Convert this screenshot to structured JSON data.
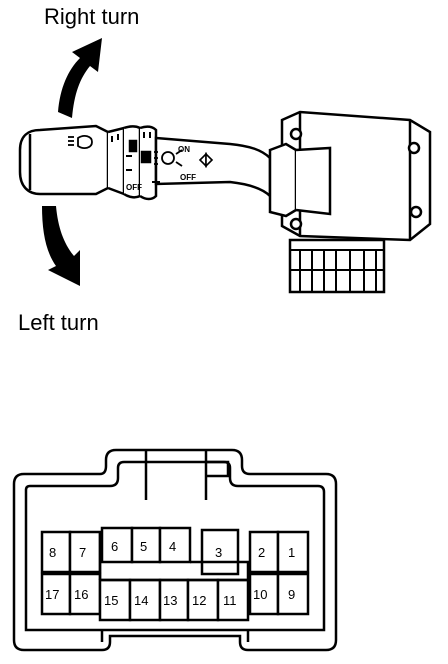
{
  "labels": {
    "right_turn": "Right turn",
    "left_turn": "Left turn"
  },
  "switch_marks": {
    "on": "ON",
    "off": "OFF",
    "off_short": "OFF"
  },
  "connector": {
    "pins": [
      "1",
      "2",
      "3",
      "4",
      "5",
      "6",
      "7",
      "8",
      "9",
      "10",
      "11",
      "12",
      "13",
      "14",
      "15",
      "16",
      "17"
    ]
  },
  "colors": {
    "ink": "#000000",
    "paper": "#ffffff"
  }
}
